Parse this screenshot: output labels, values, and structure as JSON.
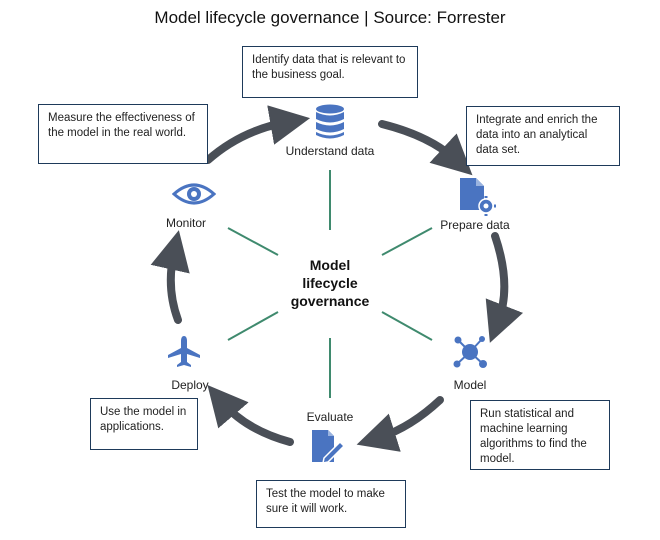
{
  "title": "Model lifecycle governance | Source: Forrester",
  "center": {
    "line1": "Model",
    "line2": "lifecycle",
    "line3": "governance"
  },
  "stages": {
    "understand": {
      "label": "Understand data",
      "icon": "database-icon",
      "note": "Identify data that is relevant to the business goal."
    },
    "prepare": {
      "label": "Prepare data",
      "icon": "document-gear-icon",
      "note": "Integrate and enrich the data into an analytical data set."
    },
    "model": {
      "label": "Model",
      "icon": "network-icon",
      "note": "Run statistical and machine learning algorithms to find the model."
    },
    "evaluate": {
      "label": "Evaluate",
      "icon": "document-edit-icon",
      "note": "Test the model to make sure it will work."
    },
    "deploy": {
      "label": "Deploy",
      "icon": "airplane-icon",
      "note": "Use the model in applications."
    },
    "monitor": {
      "label": "Monitor",
      "icon": "eye-icon",
      "note": "Measure the effectiveness of the model in the real world."
    }
  },
  "colors": {
    "arrow": "#4a4f57",
    "spoke": "#3f8a6e",
    "icon": "#4a74c1",
    "border": "#1e3a5a"
  }
}
